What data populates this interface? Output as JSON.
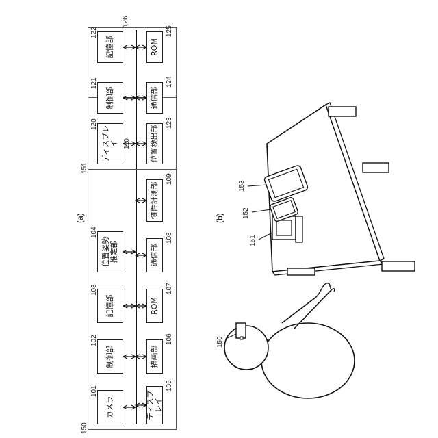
{
  "panel_a": {
    "caption": "(a)",
    "device_150": {
      "ref": "150",
      "bus_ref": "110",
      "top_blocks": [
        {
          "ref": "101",
          "label": "カメラ"
        },
        {
          "ref": "102",
          "label": "制御部"
        },
        {
          "ref": "103",
          "label": "記憶部"
        },
        {
          "ref": "104",
          "label": "位置姿勢\n推定部"
        }
      ],
      "bottom_blocks": [
        {
          "ref": "105",
          "label": "ディスプレイ"
        },
        {
          "ref": "106",
          "label": "描画部"
        },
        {
          "ref": "107",
          "label": "ROM"
        },
        {
          "ref": "108",
          "label": "通信部"
        },
        {
          "ref": "109",
          "label": "慣性計測部"
        }
      ]
    },
    "device_151": {
      "ref": "151",
      "bus_ref": "126",
      "top_blocks": [
        {
          "ref": "120",
          "label": "ディスプレイ"
        },
        {
          "ref": "121",
          "label": "制御部"
        },
        {
          "ref": "122",
          "label": "記憶部"
        }
      ],
      "bottom_blocks": [
        {
          "ref": "123",
          "label": "位置検出部"
        },
        {
          "ref": "124",
          "label": "通信部"
        },
        {
          "ref": "125",
          "label": "ROM"
        }
      ]
    }
  },
  "panel_b": {
    "caption": "(b)",
    "refs": {
      "hmd": "150",
      "phone": "151",
      "tablet_small": "152",
      "tablet_large": "153"
    }
  }
}
